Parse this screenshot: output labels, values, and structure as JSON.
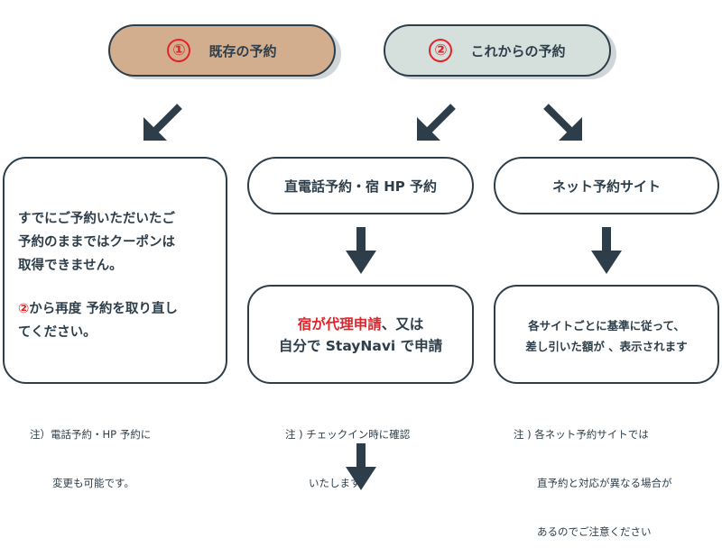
{
  "top": {
    "existing": {
      "number": "①",
      "label": "既存の予約",
      "color": "#d3ae8e"
    },
    "future": {
      "number": "②",
      "label": "これからの予約",
      "color": "#d5e0dc"
    }
  },
  "left_box": {
    "line1": "すでにご予約いただいたご",
    "line2": "予約のままではクーポンは",
    "line3": "取得できません。",
    "line4_num": "②",
    "line4_rest": "から再度 予約を取り直し",
    "line5": "てください。"
  },
  "left_note": {
    "line1": "注）電話予約・HP 予約に",
    "line2": "変更も可能です。"
  },
  "middle": {
    "header": "直電話予約・宿 HP 予約",
    "body_red": "宿が代理申請",
    "body_rest1": "、又は",
    "body_line2": "自分で StayNavi で申請"
  },
  "middle_note": {
    "line1": "注 ) チェックイン時に確認",
    "line2": "いたします"
  },
  "right": {
    "header": "ネット予約サイト",
    "body_line1": "各サイトごとに基準に従って、",
    "body_line2": "差し引いた額が 、表示されます"
  },
  "right_note": {
    "line1": "注 ) 各ネット予約サイトでは",
    "line2": "直予約と対応が異なる場合が",
    "line3": "あるのでご注意ください"
  }
}
